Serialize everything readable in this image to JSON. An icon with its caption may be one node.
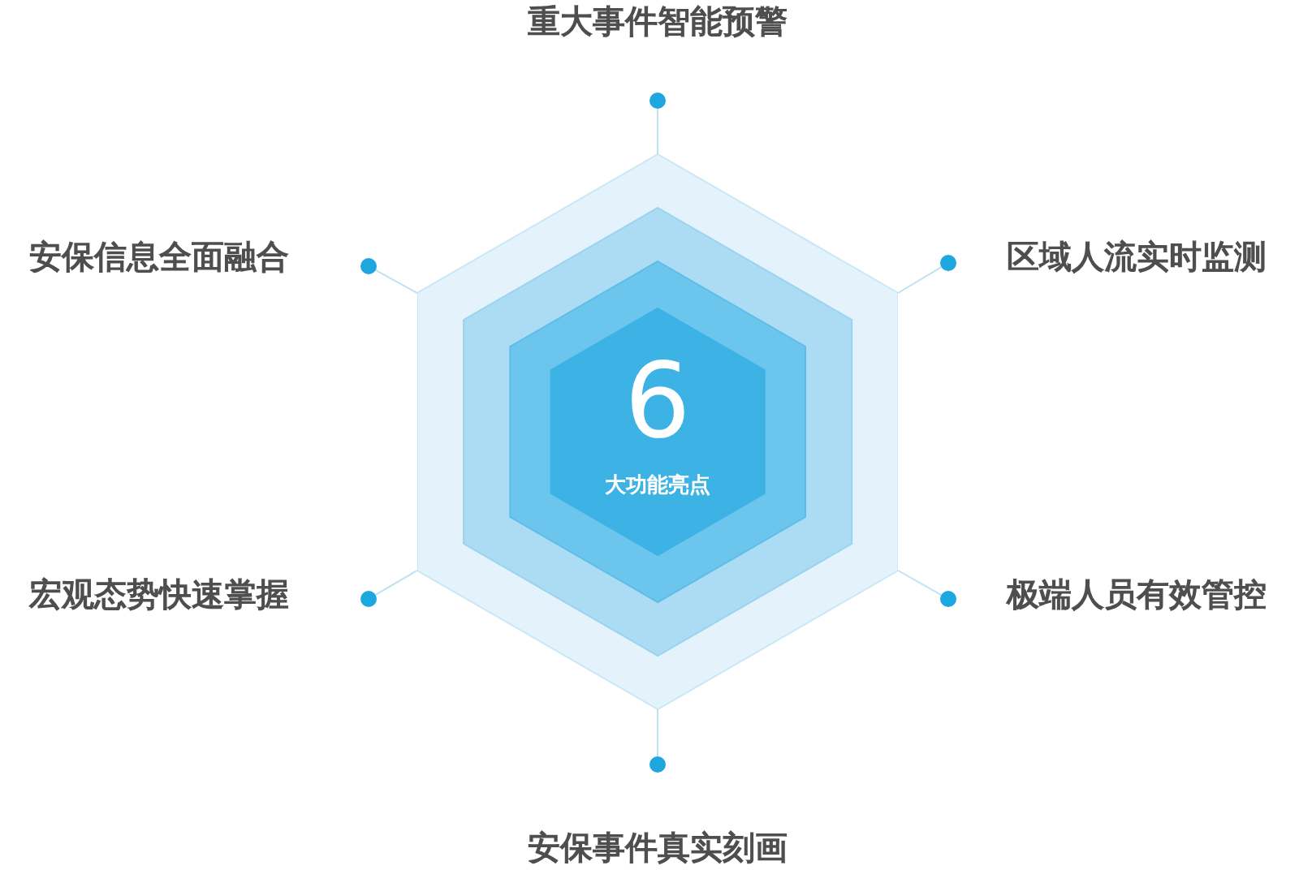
{
  "diagram": {
    "nodes": [
      {
        "text": [
          "6",
          "大功能亮点"
        ]
      },
      {
        "text": [],
        "shape": "circle",
        "beside": [
          "重大事件智能预警"
        ]
      },
      {
        "text": [],
        "shape": "circle",
        "beside": [
          "安保信息全面融合"
        ]
      },
      {
        "text": [],
        "shape": "circle",
        "beside": [
          "区域人流实时监测"
        ]
      },
      {
        "text": [],
        "shape": "circle",
        "beside": [
          "宏观态势快速掌握"
        ]
      },
      {
        "text": [],
        "shape": "circle",
        "beside": [
          "极端人员有效管控"
        ]
      },
      {
        "text": [],
        "shape": "circle",
        "beside": [
          "安保事件真实刻画"
        ]
      }
    ],
    "edges": [
      {
        "from": 0,
        "to": 1,
        "arrow": "none"
      },
      {
        "from": 0,
        "to": 2,
        "arrow": "none"
      },
      {
        "from": 0,
        "to": 3,
        "arrow": "none"
      },
      {
        "from": 0,
        "to": 4,
        "arrow": "none"
      },
      {
        "from": 0,
        "to": 5,
        "arrow": "none"
      },
      {
        "from": 0,
        "to": 6,
        "arrow": "none"
      }
    ]
  }
}
